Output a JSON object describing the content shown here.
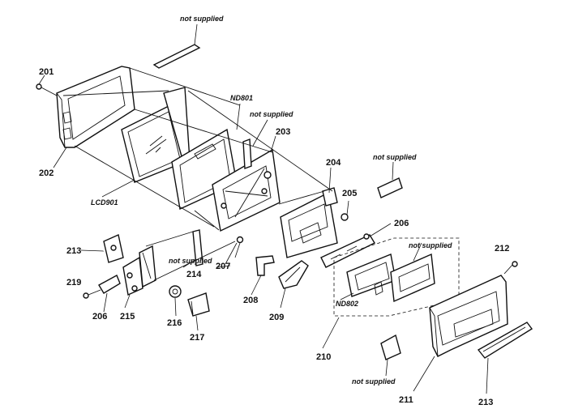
{
  "labels": {
    "l201": "201",
    "l202": "202",
    "l203": "203",
    "l204": "204",
    "l205": "205",
    "l206a": "206",
    "l206b": "206",
    "l207": "207",
    "l208": "208",
    "l209": "209",
    "l210": "210",
    "l211": "211",
    "l212": "212",
    "l213a": "213",
    "l213b": "213",
    "l214": "214",
    "l215": "215",
    "l216": "216",
    "l217": "217",
    "l219": "219",
    "lcd901": "LCD901",
    "nd801": "ND801",
    "nd802": "ND802",
    "ns1": "not supplied",
    "ns2": "not supplied",
    "ns3": "not supplied",
    "ns4": "not supplied",
    "ns5": "not supplied",
    "ns6": "not supplied"
  }
}
